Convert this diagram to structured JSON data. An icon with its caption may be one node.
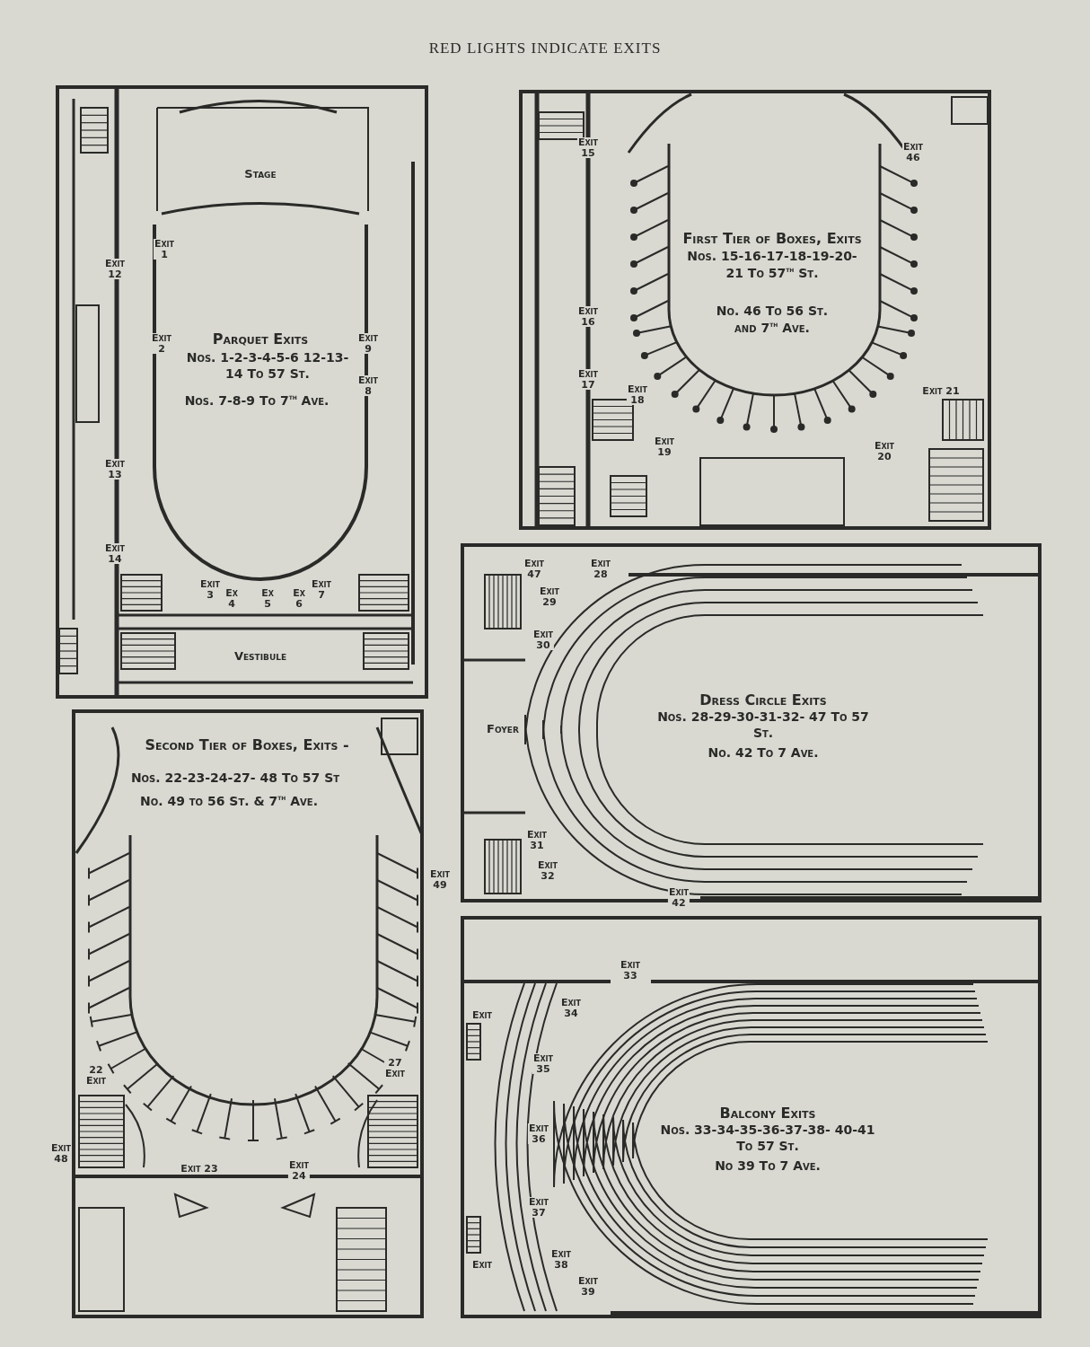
{
  "diagram": {
    "title": "RED LIGHTS INDICATE EXITS",
    "nodes": [
      {
        "text": [
          "Stage",
          "Parquet Exits",
          "Nos. 1-2-3-4-5-6 12-13-14 To 57 St.",
          "Nos. 7-8-9 To 7$^{th}$ Ave.",
          "Vestibule"
        ]
      },
      {
        "text": [
          "First Tier of Boxes, Exits",
          "Nos. 15-16-17-18-19-20- 21 To 57$^{th}$ St.",
          "No. 46 To 56 St. and 7$^{th}$ Ave."
        ]
      },
      {
        "text": [
          "Second Tier of Boxes, Exits -",
          "Nos. 22-23-24-27- 48 To 57 St",
          "No. 49 to 56 St. & 7$^{th}$ Ave."
        ]
      },
      {
        "text": [
          "Foyer",
          "Dress Circle Exits",
          "Nos. 28-29-30-31-32- 47 To 57 St.",
          "No. 42 To 7 Ave."
        ]
      },
      {
        "text": [
          "Balcony Exits",
          "Nos. 33-34-35-36-37-38- 40-41 To 57 St.",
          "No 39 To 7 Ave."
        ]
      }
    ],
    "labels": [
      "Exit 1",
      "Exit 12",
      "Exit 2",
      "Exit 9",
      "Exit 8",
      "Exit 13",
      "Exit 14",
      "Exit 3",
      "Ex 4",
      "Ex 5",
      "Ex 6",
      "Exit 7",
      "Exit 15",
      "Exit 46",
      "Exit 16",
      "Exit 17",
      "Exit 18",
      "Exit 21",
      "Exit 19",
      "Exit 20",
      "Exit 47",
      "Exit 28",
      "Exit 29",
      "Exit 30",
      "Exit 31",
      "Exit 32",
      "Exit 42",
      "Exit 49",
      "22 Exit",
      "27 Exit",
      "Exit 48",
      "Exit 23",
      "Exit 24",
      "Exit 33",
      "Exit",
      "Exit 34",
      "Exit 35",
      "Exit 36",
      "Exit 37",
      "Exit 38",
      "Exit 39",
      "Exit"
    ]
  }
}
